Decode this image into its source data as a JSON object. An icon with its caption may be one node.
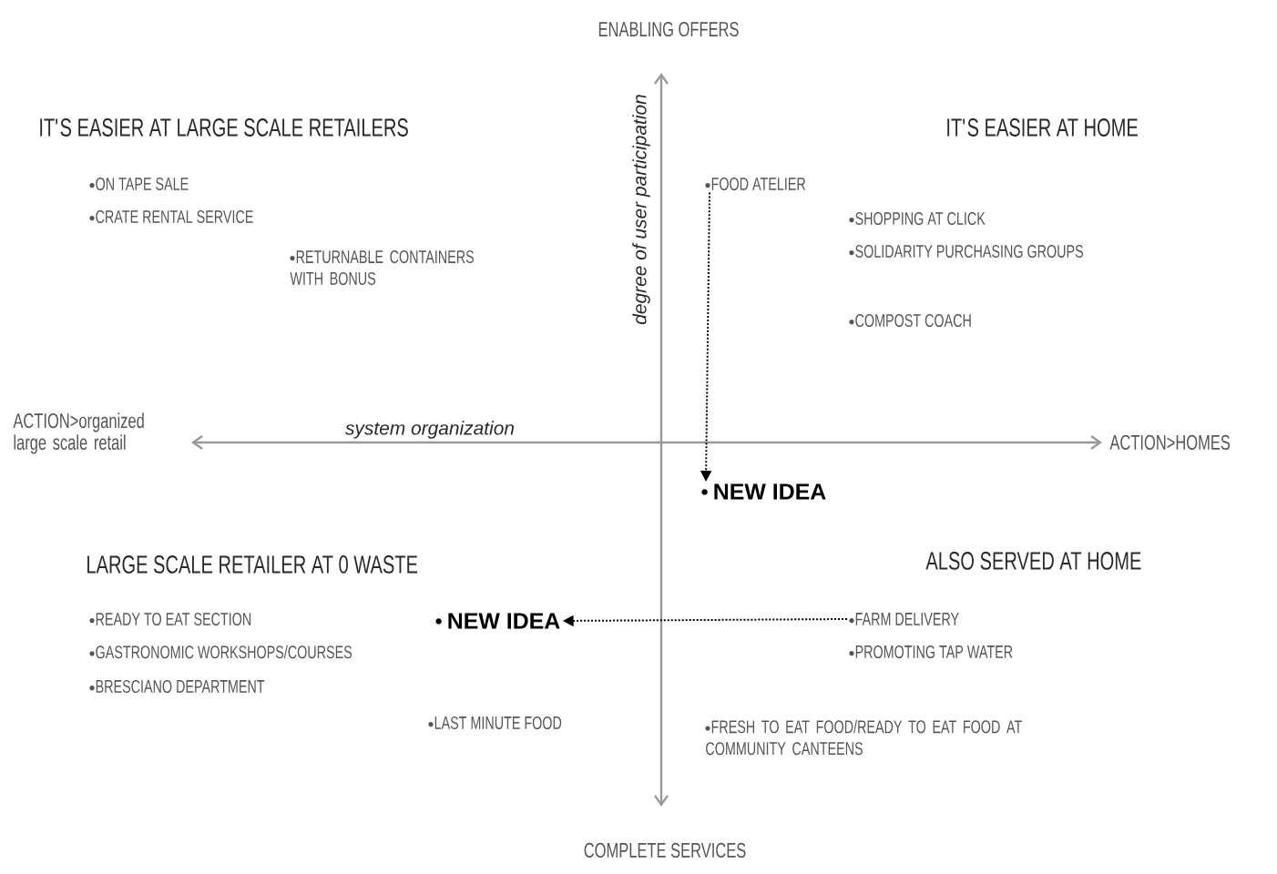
{
  "diagram": {
    "nodes": [
      {
        "text": [
          "FOOD ATELIER"
        ]
      },
      {
        "text": [
          "NEW IDEA"
        ]
      },
      {
        "text": [
          "FARM DELIVERY"
        ]
      },
      {
        "text": [
          "NEW IDEA"
        ]
      }
    ],
    "edges": [
      {
        "from": 0,
        "to": 1,
        "arrow": "to",
        "style": "dashed"
      },
      {
        "from": 2,
        "to": 3,
        "arrow": "to",
        "style": "dashed"
      }
    ],
    "labels": [
      "ENABLING OFFERS",
      "IT'S EASIER AT LARGE SCALE RETAILERS",
      "ON TAPE SALE",
      "CRATE RENTAL SERVICE",
      "RETURNABLE CONTAINERS WITH BONUS",
      "degree of user participation",
      "IT'S EASIER AT HOME",
      "SHOPPING AT CLICK",
      "SOLIDARITY PURCHASING GROUPS",
      "COMPOST COACH",
      "ACTION>organized large scale retail",
      "system organization",
      "ACTION>HOMES",
      "LARGE SCALE RETAILER AT 0 WASTE",
      "READY TO EAT SECTION",
      "GASTRONOMIC WORKSHOPS/COURSES",
      "BRESCIANO DEPARTMENT",
      "LAST MINUTE FOOD",
      "ALSO SERVED AT HOME",
      "PROMOTING TAP WATER",
      "FRESH TO EAT FOOD/READY TO EAT FOOD AT COMMUNITY CANTEENS",
      "COMPLETE SERVICES"
    ]
  }
}
